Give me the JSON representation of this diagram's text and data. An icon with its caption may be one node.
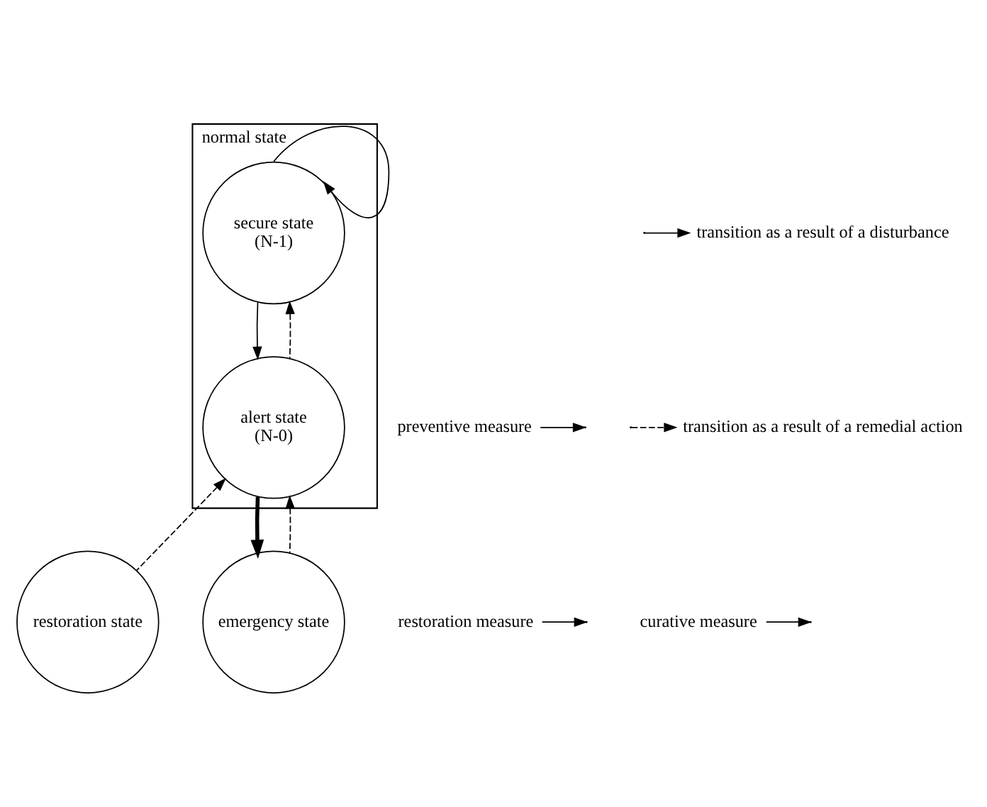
{
  "diagram": {
    "nodes": [
      {
        "text": [
          "normal state"
        ]
      },
      {
        "text": [
          "secure state",
          "(N-1)"
        ],
        "in": 0
      },
      {
        "text": [
          "alert state",
          "(N-0)"
        ],
        "in": 0
      },
      {
        "text": [
          "restoration state"
        ]
      },
      {
        "text": [
          "emergency state"
        ]
      },
      {
        "text": [
          "preventive measure"
        ]
      },
      {
        "text": [
          "restoration measure"
        ]
      },
      {
        "text": [
          "curative measure"
        ]
      }
    ],
    "edges": [
      {
        "from": 1,
        "to": 1,
        "arrow": "to"
      },
      {
        "from": 1,
        "to": 2,
        "arrow": "to"
      },
      {
        "from": 2,
        "to": 1,
        "arrow": "to",
        "style": "dashed"
      },
      {
        "from": 3,
        "to": 2,
        "arrow": "to",
        "style": "dashed"
      },
      {
        "from": 2,
        "to": 4,
        "arrow": "to",
        "style": "thick"
      },
      {
        "from": 4,
        "to": 2,
        "arrow": "to",
        "style": "dashed"
      },
      {
        "from": 5,
        "to": null,
        "arrow": "to"
      },
      {
        "from": 6,
        "to": null,
        "arrow": "to"
      },
      {
        "from": 7,
        "to": null,
        "arrow": "to"
      }
    ],
    "legend": [
      {
        "text": "transition as a result of a disturbance"
      },
      {
        "text": "transition as a result of a remedial action"
      }
    ]
  }
}
